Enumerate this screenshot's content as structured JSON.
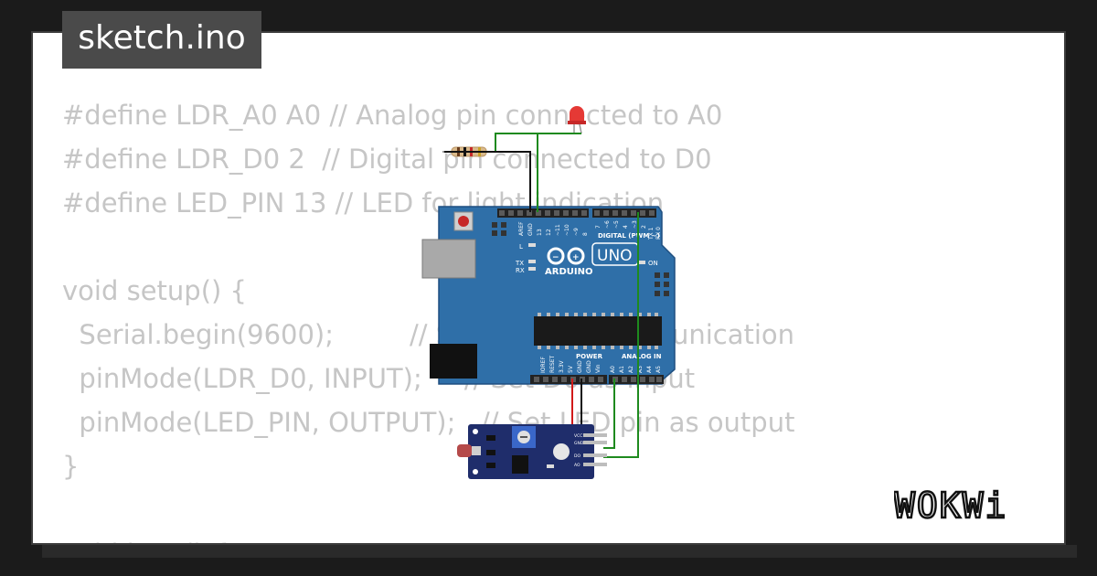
{
  "file_tab": {
    "title": "sketch.ino"
  },
  "code_lines": [
    "#define LDR_A0 A0 // Analog pin connected to A0",
    "#define LDR_D0 2  // Digital pin connected to D0",
    "#define LED_PIN 13 // LED for light indication",
    "",
    "void setup() {",
    "  Serial.begin(9600);         // Start serial communication",
    "  pinMode(LDR_D0, INPUT);     // Set D0 as input",
    "  pinMode(LED_PIN, OUTPUT);   // Set LED pin as output",
    "}",
    "",
    "void loop() {"
  ],
  "arduino": {
    "brand": "ARDUINO",
    "model": "UNO",
    "digital_header": "DIGITAL (PWM ~)",
    "power_header": "POWER",
    "analog_header": "ANALOG IN",
    "on_label": "ON",
    "l_label": "L",
    "tx_label": "TX",
    "rx_label": "RX",
    "top_pins": [
      "AREF",
      "GND",
      "13",
      "12",
      "~11",
      "~10",
      "~9",
      "8",
      "7",
      "~6",
      "~5",
      "4",
      "~3",
      "2",
      "TX 1",
      "RX 0"
    ],
    "bottom_pins": [
      "IOREF",
      "RESET",
      "3.3V",
      "5V",
      "GND",
      "GND",
      "Vin",
      "A0",
      "A1",
      "A2",
      "A3",
      "A4",
      "A5"
    ]
  },
  "sensor_module": {
    "pins": [
      "VCC",
      "GND",
      "DO",
      "AO"
    ]
  },
  "logo": {
    "text": "WOKWi"
  },
  "colors": {
    "background": "#1b1b1b",
    "card": "#ffffff",
    "tab": "#4a4a4a",
    "code_text": "#c6c6c6",
    "board_blue": "#2f6fa8",
    "wire_green": "#1e8a1e",
    "wire_red": "#d11a1a",
    "wire_black": "#111111",
    "led_red": "#e53935",
    "module_blue": "#1f2d6b"
  }
}
